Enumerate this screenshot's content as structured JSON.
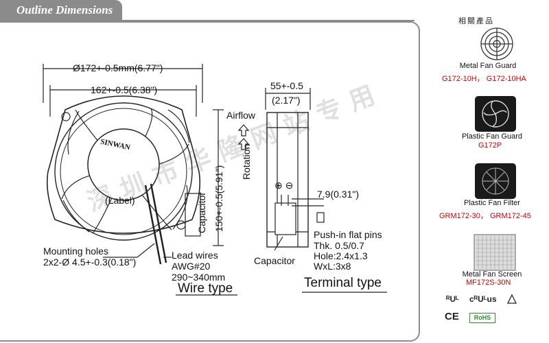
{
  "header": {
    "title": "Outline Dimensions"
  },
  "watermark": "深圳市华隆网站专用",
  "fan": {
    "brand": "SINWAN",
    "label": "(Label)",
    "dim_diameter": "Ø172+-0.5mm(6.77\")",
    "dim_width": "162+-0.5(6.38\")",
    "dim_height": "150+-0.5(5.91\")",
    "capacitor": "Capacitor",
    "mounting_line1": "Mounting holes",
    "mounting_line2": "2x2-Ø 4.5+-0.3(0.18\")",
    "lead_line1": "Lead wires",
    "lead_line2": "AWG#20",
    "lead_line3": "290~340mm",
    "wire_type": "Wire type"
  },
  "side_view": {
    "dim_depth": "55+-0.5",
    "dim_depth_inch": "(2.17\")",
    "airflow": "Airflow",
    "rotation": "Rotation",
    "terminal_polarity": "⊕ ⊖",
    "terminal_dim": "7.9(0.31\")",
    "pins_line1": "Push-in flat pins",
    "pins_line2": "Thk. 0.5/0.7",
    "pins_line3": "Hole:2.4x1.3",
    "pins_line4": "WxL:3x8",
    "capacitor": "Capacitor",
    "terminal_type": "Terminal type"
  },
  "related": {
    "title": "相關產品",
    "items": [
      {
        "name": "Metal Fan Guard",
        "codes": "G172-10H，  G172-10HA"
      },
      {
        "name": "Plastic Fan Guard",
        "codes": "G172P"
      },
      {
        "name": "Plastic Fan Filter",
        "codes": "GRM172-30，  GRM172-45"
      },
      {
        "name": "Metal Fan Screen",
        "codes": "MF172S-30N"
      }
    ],
    "certs": {
      "ul": "ᴿUᴸ",
      "cul": "cᴿUᴸus",
      "ce": "CE",
      "rohs": "RoHS"
    }
  }
}
